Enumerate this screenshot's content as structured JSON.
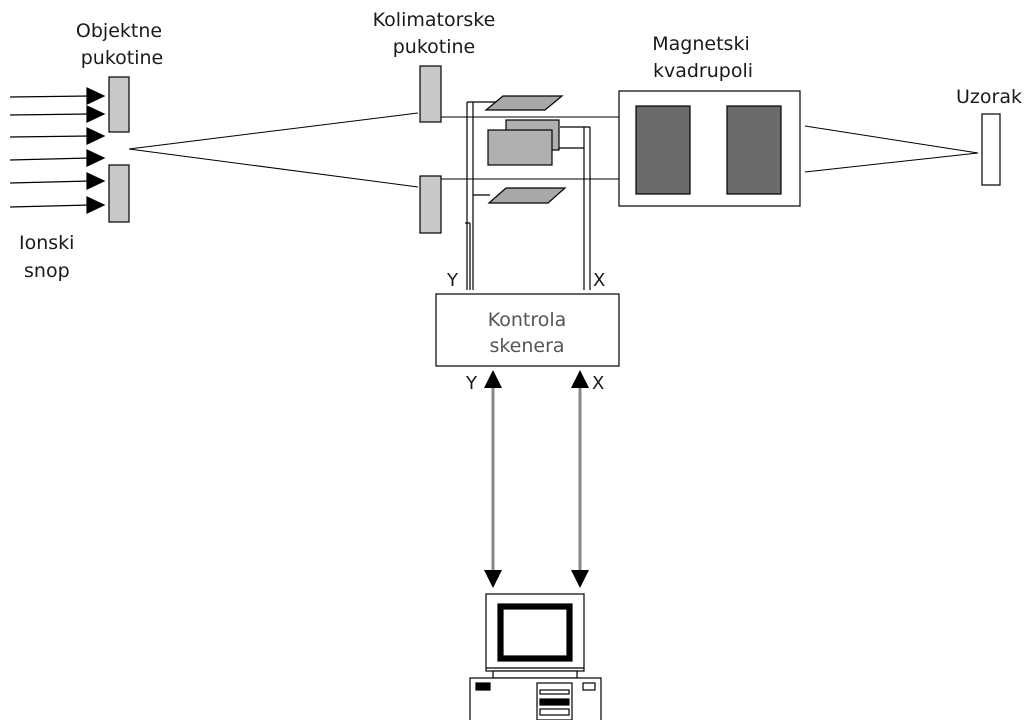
{
  "labels": {
    "object_slits": [
      "Objektne",
      "pukotine"
    ],
    "collimator_slits": [
      "Kolimatorske",
      "pukotine"
    ],
    "magnetic_quadrupoles": [
      "Magnetski",
      "kvadrupoli"
    ],
    "sample": "Uzorak",
    "ion_beam": [
      "Ionski",
      "snop"
    ],
    "scanner_control": [
      "Kontrola",
      "skenera"
    ],
    "y_top": "Y",
    "x_top": "X",
    "y_bottom": "Y",
    "x_bottom": "X"
  },
  "colors": {
    "slit_fill": "#c8c8c8",
    "quad_fill": "#6b6b6b",
    "plate_fill": "#a8a8a8",
    "line": "#000000",
    "control_text": "#555555"
  },
  "icons": {
    "computer": "computer-icon"
  }
}
